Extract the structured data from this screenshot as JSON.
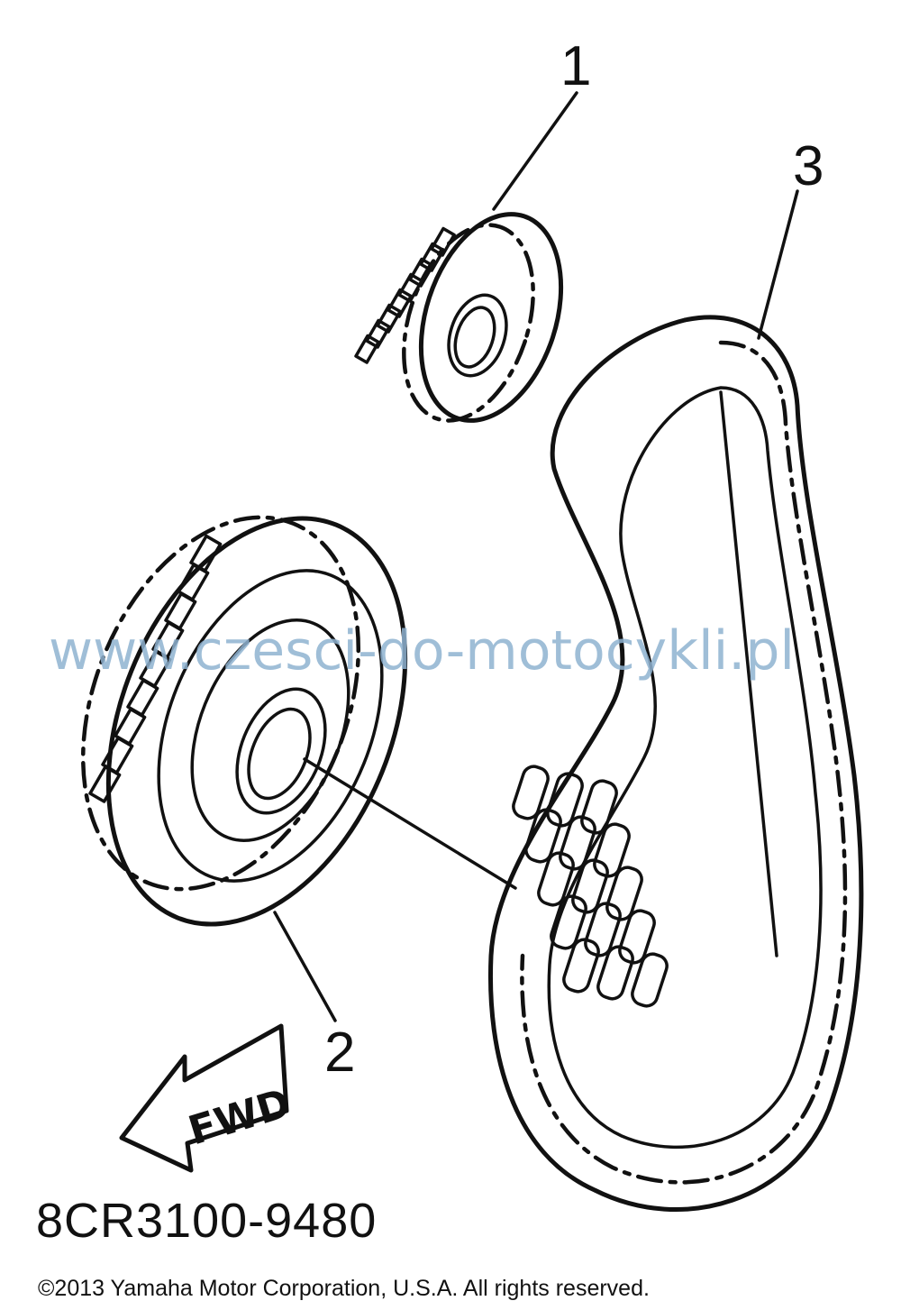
{
  "diagram": {
    "callouts": [
      {
        "id": "1",
        "label": "1"
      },
      {
        "id": "2",
        "label": "2"
      },
      {
        "id": "3",
        "label": "3"
      }
    ],
    "direction_badge": "FWD",
    "part_number": "8CR3100-9480",
    "watermark": "www.czesci-do-motocykli.pl",
    "copyright": "©2013 Yamaha Motor Corporation, U.S.A. All rights reserved."
  },
  "colors": {
    "ink": "#111111",
    "watermark": "#8fb3d1",
    "background": "#ffffff"
  }
}
